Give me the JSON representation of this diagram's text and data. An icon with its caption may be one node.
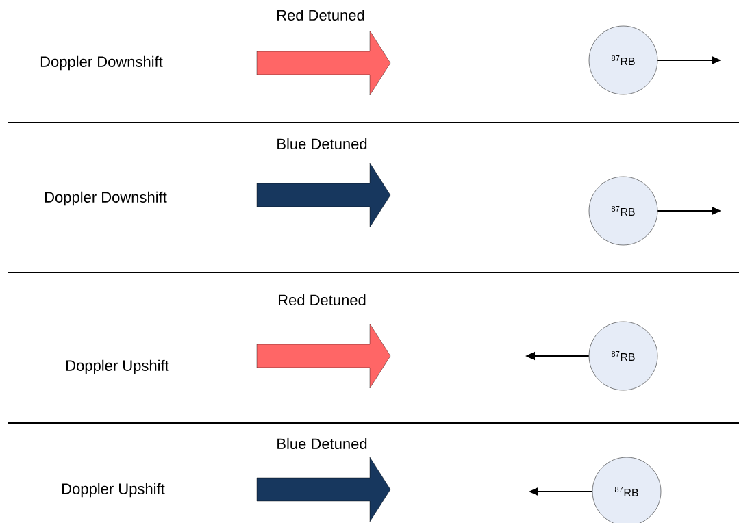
{
  "diagram": {
    "nodes": [
      {
        "text": [
          "$^{87}$RB"
        ]
      },
      {
        "text": [
          "$^{87}$RB"
        ]
      },
      {
        "text": [
          "$^{87}$RB"
        ]
      },
      {
        "text": [
          "$^{87}$RB"
        ]
      }
    ],
    "edges": [
      {
        "from": 0,
        "to": null,
        "arrow": "to"
      },
      {
        "from": 1,
        "to": null,
        "arrow": "to"
      },
      {
        "from": 2,
        "to": null,
        "arrow": "to"
      },
      {
        "from": 3,
        "to": null,
        "arrow": "to"
      }
    ],
    "labels": [
      "Red Detuned",
      "Doppler Downshift",
      "Blue Detuned",
      "Doppler Downshift",
      "Red Detuned",
      "Doppler Upshift",
      "Blue Detuned",
      "Doppler Upshift"
    ]
  }
}
